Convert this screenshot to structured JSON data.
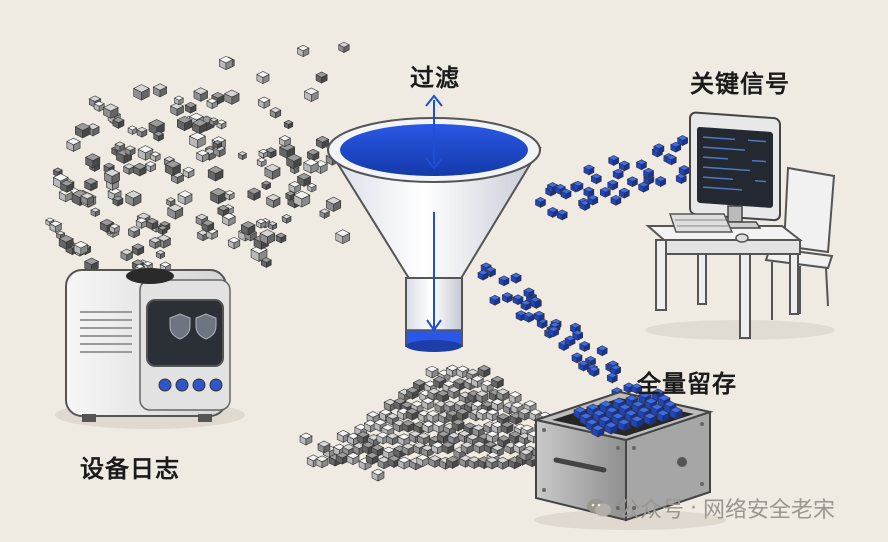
{
  "labels": {
    "filter": "过滤",
    "key_signals": "关键信号",
    "full_storage": "全量留存",
    "device_logs": "设备日志"
  },
  "watermark": {
    "prefix": "公众号",
    "separator": "·",
    "name": "网络安全老宋"
  },
  "icons": {
    "device": "server-device-icon",
    "shield": "shield-icon",
    "funnel": "funnel-icon",
    "monitor": "monitor-icon",
    "chair": "chair-icon",
    "crate": "storage-crate-icon",
    "wechat": "wechat-icon"
  },
  "colors": {
    "background": "#efeae2",
    "accent_blue": "#1f4fd8",
    "funnel_blue": "#2a57e6",
    "grey_cube": "#9a9a9a"
  }
}
